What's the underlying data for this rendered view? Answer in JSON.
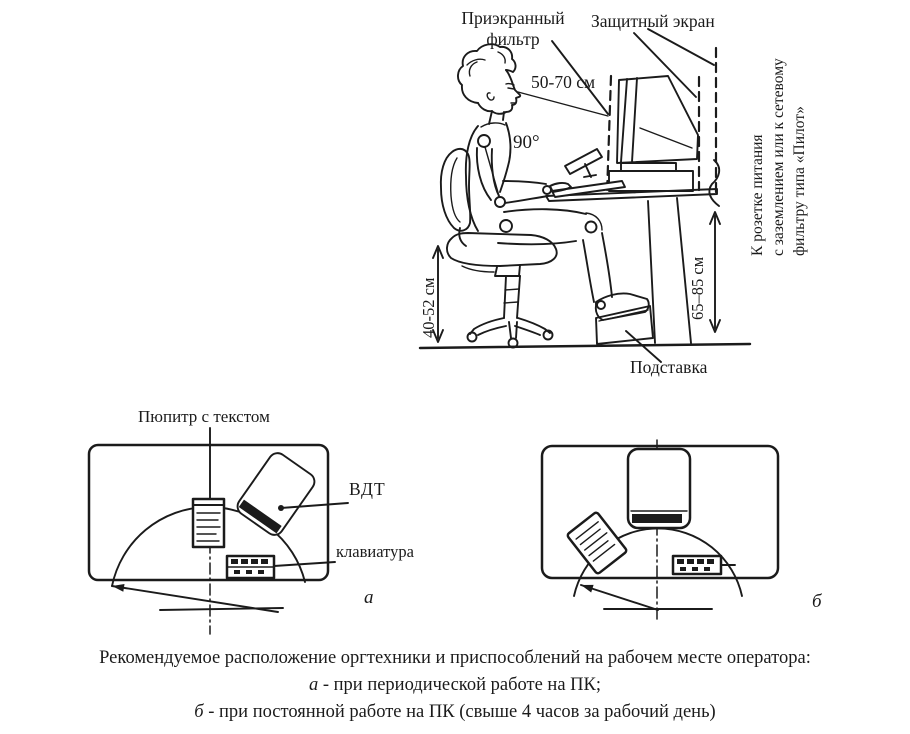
{
  "colors": {
    "ink": "#1b1b1b",
    "paper": "#ffffff"
  },
  "ergonomics_figure": {
    "label_screen_filter": "Приэкранный фильтр",
    "label_protective_screen": "Защитный экран",
    "label_eye_distance": "50-70 см",
    "label_elbow_angle": "90°",
    "label_seat_height": "40-52 см",
    "label_desk_height": "65–85 см",
    "label_footrest": "Подставка",
    "power_note": {
      "line1": "К розетке питания",
      "line2": "с заземлением или к сетевому",
      "line3": "фильтру типа «Пилот»"
    }
  },
  "layout_a": {
    "label_document_stand": "Пюпитр с текстом",
    "label_display": "ВДТ",
    "label_keyboard": "клавиатура",
    "sublabel": "а"
  },
  "layout_b": {
    "sublabel": "б"
  },
  "caption": {
    "line1": "Рекомендуемое расположение оргтехники и приспособлений на рабочем месте оператора:",
    "item_a_marker": "а",
    "item_a_text": " - при периодической работе на ПК;",
    "item_b_marker": "б",
    "item_b_text": " - при постоянной работе на ПК (свыше 4 часов за рабочий день)"
  }
}
